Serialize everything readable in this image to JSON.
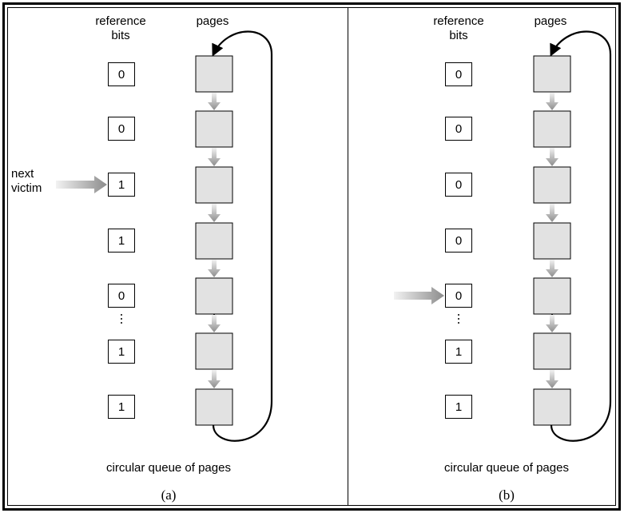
{
  "panels": [
    {
      "id": "a",
      "header_bits": "reference\nbits",
      "header_pages": "pages",
      "bits": [
        "0",
        "0",
        "1",
        "1",
        "0",
        "1",
        "1"
      ],
      "ellipsis_after_index": 4,
      "pointer_index": 2,
      "pointer_label": "next\nvictim",
      "queue_label": "circular queue of pages",
      "caption": "(a)"
    },
    {
      "id": "b",
      "header_bits": "reference\nbits",
      "header_pages": "pages",
      "bits": [
        "0",
        "0",
        "0",
        "0",
        "0",
        "1",
        "1"
      ],
      "ellipsis_after_index": 4,
      "pointer_index": 4,
      "pointer_label": "",
      "queue_label": "circular queue of pages",
      "caption": "(b)"
    }
  ],
  "colors": {
    "page_fill": "#e2e2e2",
    "arrow_fill": "#8c8c8c",
    "line": "#000000"
  }
}
